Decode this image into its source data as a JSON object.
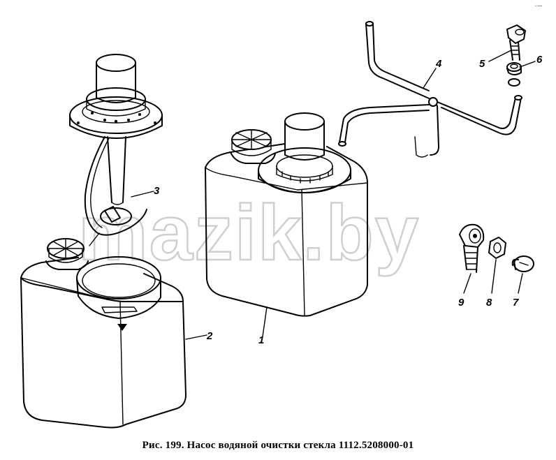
{
  "figure": {
    "caption": "Рис. 199. Насос водяной очистки стекла 1112.5208000-01",
    "watermark": "mazik.by",
    "corner_mark": "▪ ▪▪▪▪"
  },
  "callouts": [
    {
      "id": "1",
      "label": "1",
      "part": "main-reservoir"
    },
    {
      "id": "2",
      "label": "2",
      "part": "spare-reservoir"
    },
    {
      "id": "3",
      "label": "3",
      "part": "pump-motor"
    },
    {
      "id": "4",
      "label": "4",
      "part": "hose-assembly"
    },
    {
      "id": "5",
      "label": "5",
      "part": "angle-fitting"
    },
    {
      "id": "6",
      "label": "6",
      "part": "gasket-washer"
    },
    {
      "id": "7",
      "label": "7",
      "part": "banjo-bolt"
    },
    {
      "id": "8",
      "label": "8",
      "part": "nut"
    },
    {
      "id": "9",
      "label": "9",
      "part": "banjo-fitting"
    }
  ]
}
